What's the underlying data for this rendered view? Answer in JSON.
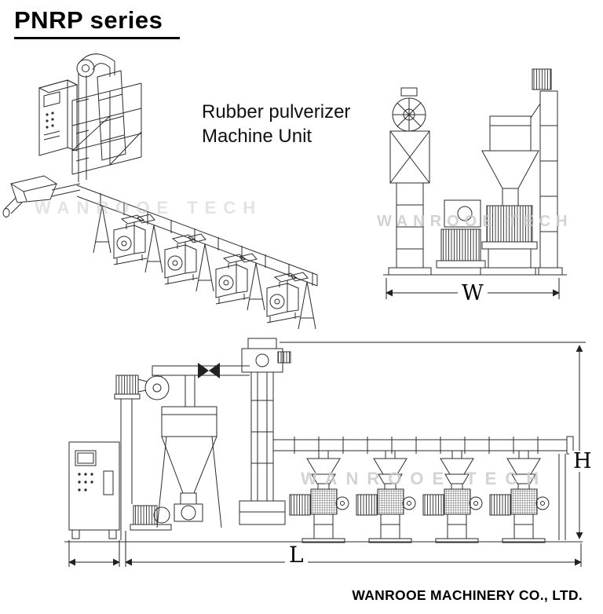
{
  "title": "PNRP series",
  "caption": {
    "line1": "Rubber pulverizer",
    "line2": "Machine Unit"
  },
  "dimension_labels": {
    "width": "W",
    "length": "L",
    "height": "H"
  },
  "watermark": "WANROOE TECH",
  "footer": "WANROOE MACHINERY CO., LTD.",
  "colors": {
    "line": "#2b2b2b",
    "dimension": "#222222",
    "watermark": "#c9c9c9",
    "background": "#ffffff",
    "text": "#000000"
  }
}
